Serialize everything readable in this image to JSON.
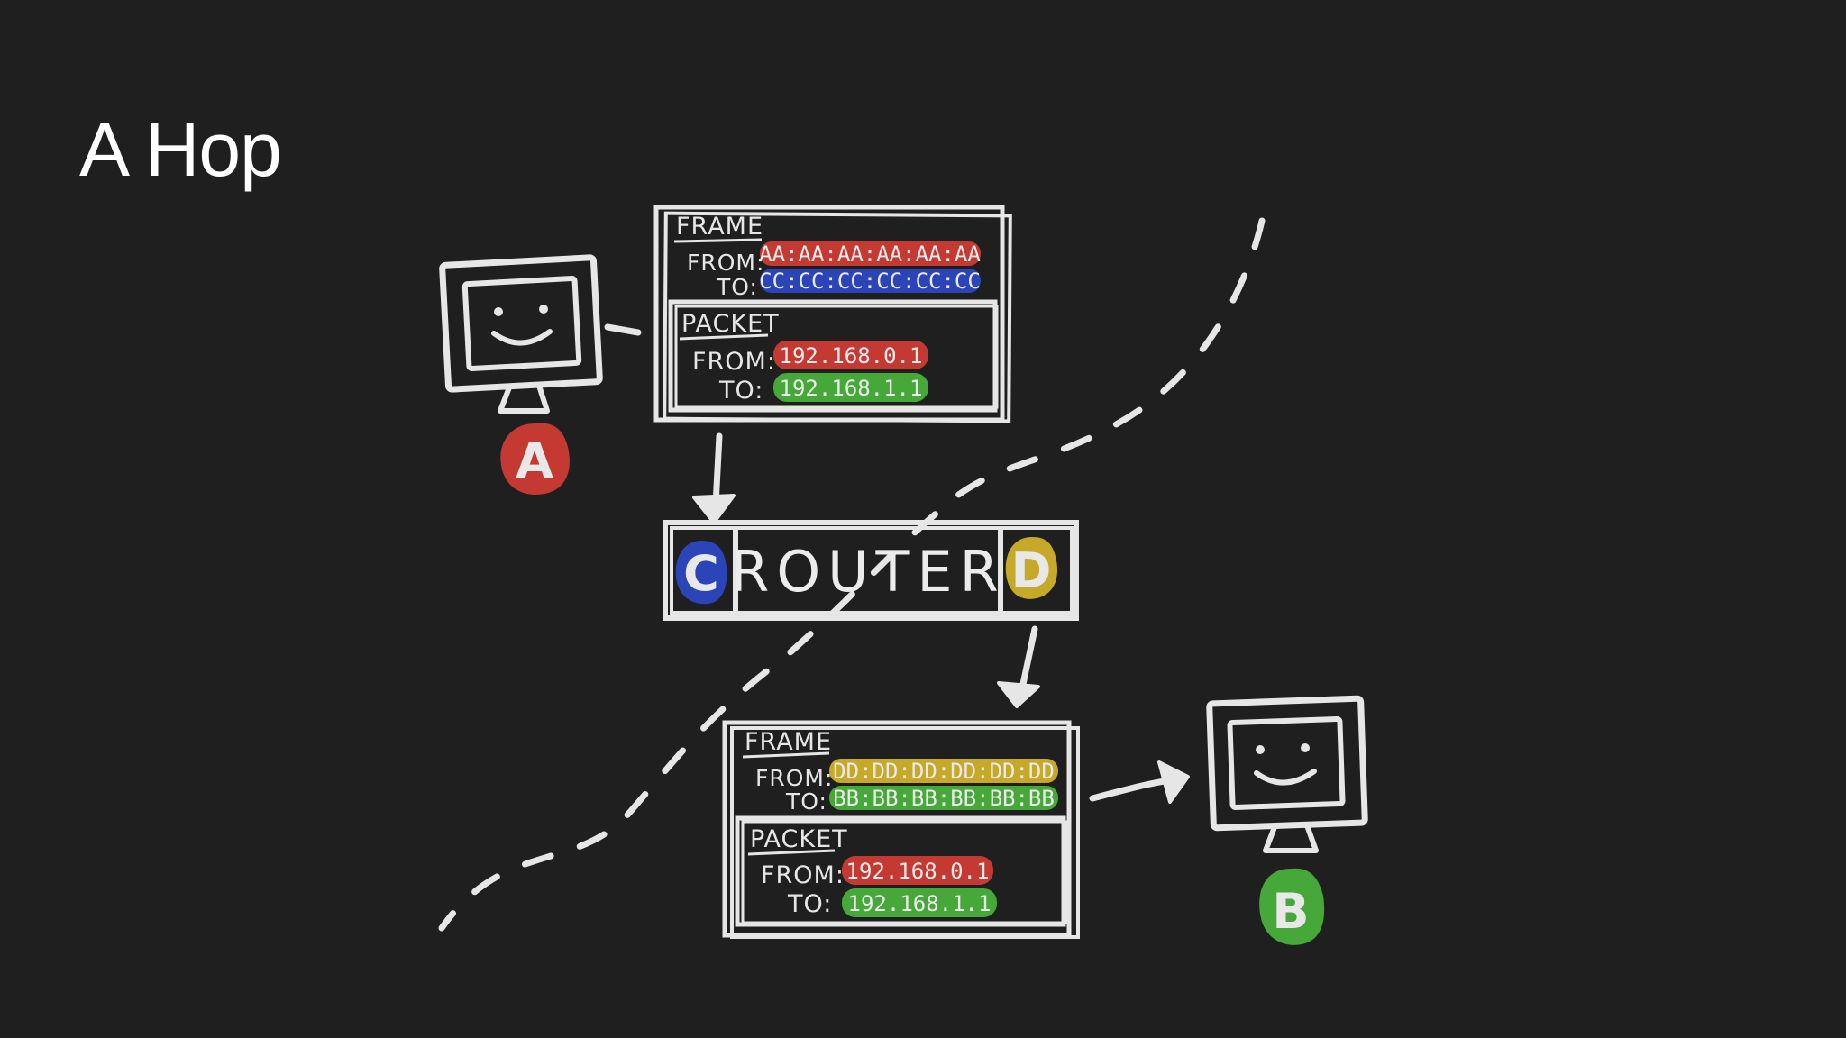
{
  "slide": {
    "title": "A Hop"
  },
  "colors": {
    "background": "#1f1f1f",
    "chalk": "#e6e6e6",
    "red": "#c43a33",
    "blue": "#2b45b8",
    "green": "#45a838",
    "yellow": "#c7a92a"
  },
  "hosts": {
    "a": {
      "label": "A",
      "color": "#c43a33"
    },
    "b": {
      "label": "B",
      "color": "#45a838"
    }
  },
  "router": {
    "label": "ROUTER",
    "left_port": {
      "label": "C",
      "color": "#2b45b8"
    },
    "right_port": {
      "label": "D",
      "color": "#c7a92a"
    }
  },
  "frame1": {
    "title": "FRAME",
    "from_label": "FROM:",
    "to_label": "TO:",
    "from": "AA:AA:AA:AA:AA:AA",
    "to": "CC:CC:CC:CC:CC:CC",
    "packet": {
      "title": "PACKET",
      "from_label": "FROM:",
      "to_label": "TO:",
      "from": "192.168.0.1",
      "to": "192.168.1.1"
    }
  },
  "frame2": {
    "title": "FRAME",
    "from_label": "FROM:",
    "to_label": "TO:",
    "from": "DD:DD:DD:DD:DD:DD",
    "to": "BB:BB:BB:BB:BB:BB",
    "packet": {
      "title": "PACKET",
      "from_label": "FROM:",
      "to_label": "TO:",
      "from": "192.168.0.1",
      "to": "192.168.1.1"
    }
  }
}
